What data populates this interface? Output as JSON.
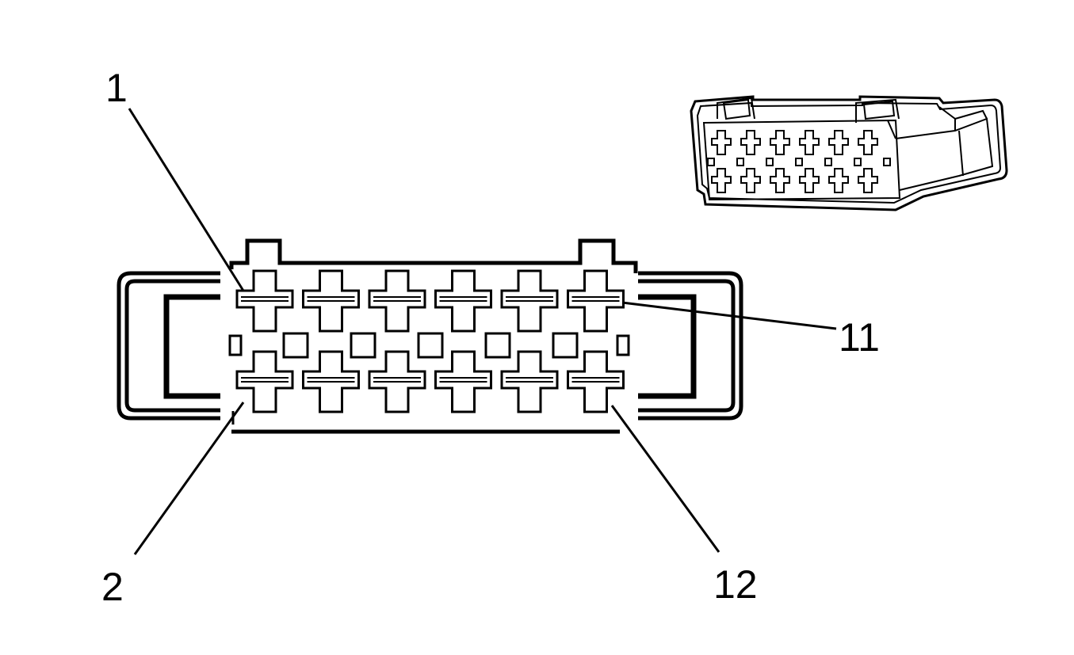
{
  "diagram": {
    "callouts": [
      {
        "id": "1",
        "text": "1"
      },
      {
        "id": "2",
        "text": "2"
      },
      {
        "id": "11",
        "text": "11"
      },
      {
        "id": "12",
        "text": "12"
      }
    ],
    "connector": {
      "columns": 6,
      "rows": 2
    }
  }
}
